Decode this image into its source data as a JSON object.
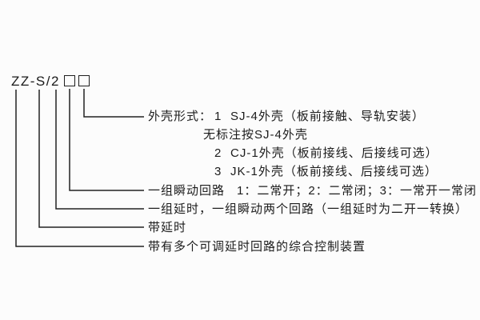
{
  "model": {
    "code": "ZZ-S/2",
    "placeholder_count": 2
  },
  "callouts": {
    "shell_type": {
      "label": "外壳形式：",
      "options": [
        {
          "num": "1",
          "desc": "SJ-4外壳（板前接触、导轨安装）"
        },
        {
          "num": "2",
          "desc": "CJ-1外壳（板前接线、后接线可选）"
        },
        {
          "num": "3",
          "desc": "JK-1外壳（板前接线、后接线可选）"
        }
      ],
      "note": "无标注按SJ-4外壳"
    },
    "instant": {
      "label": "一组瞬动回路",
      "detail": "1：二常开；2：二常闭；3：一常开一常闭"
    },
    "two_circuits": "一组延时，一组瞬动两个回路（一组延时为二开一转换）",
    "with_delay": "带延时",
    "device": "带有多个可调延时回路的综合控制装置"
  }
}
